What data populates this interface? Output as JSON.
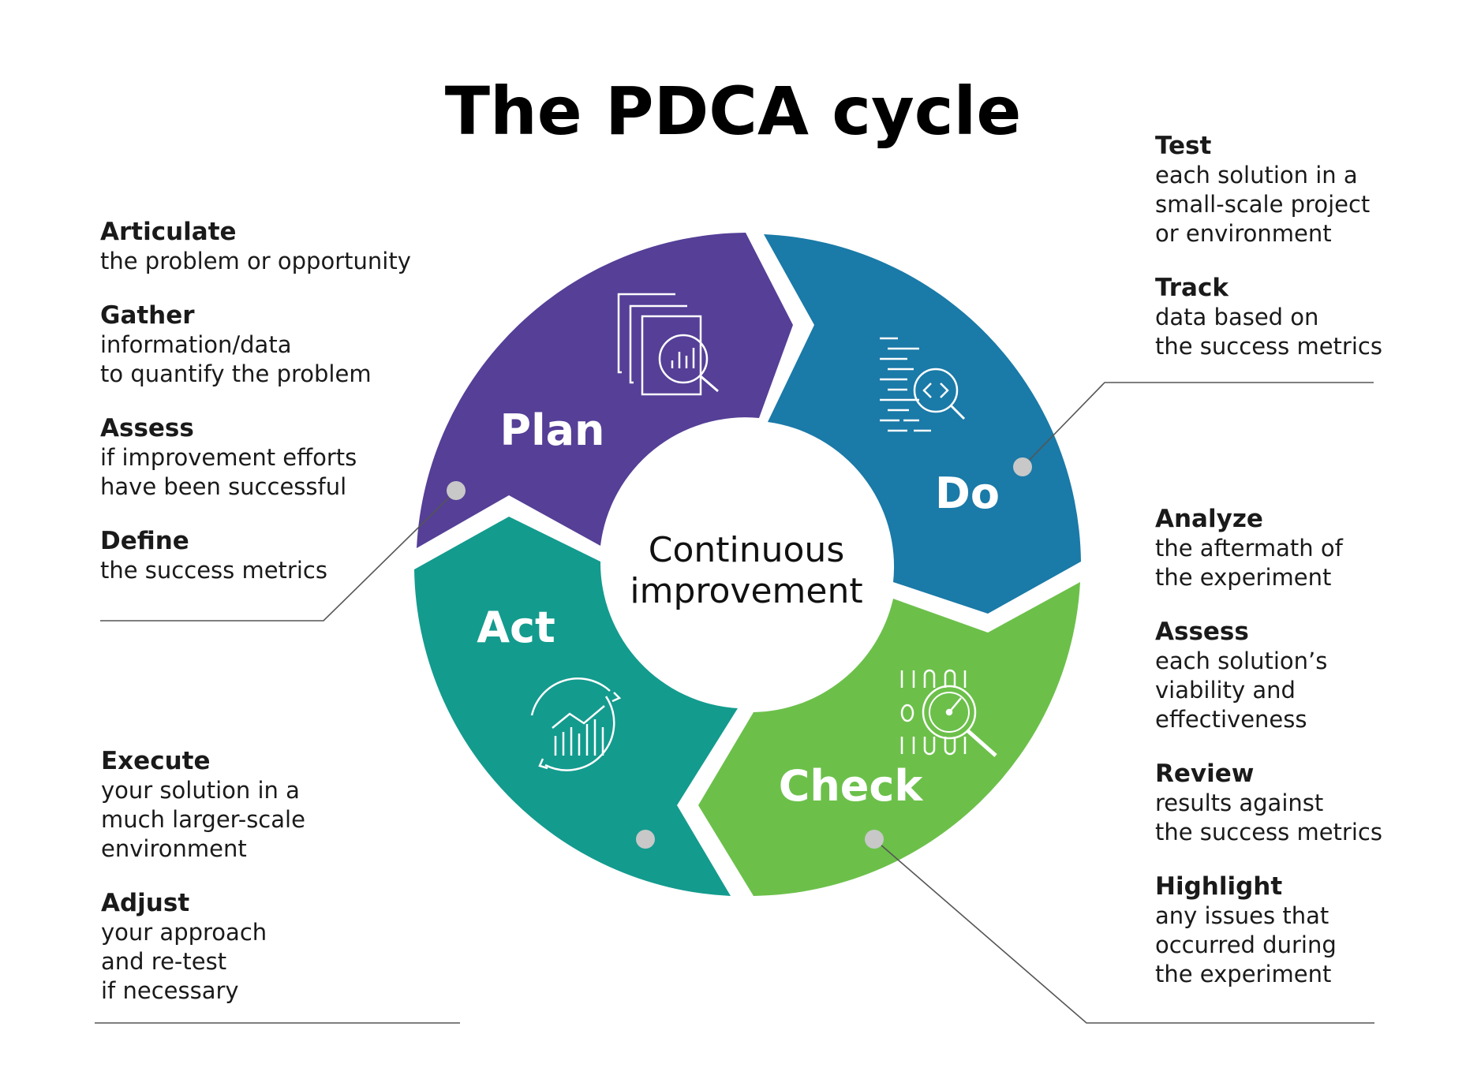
{
  "title": "The PDCA cycle",
  "center": {
    "line1": "Continuous",
    "line2": "improvement",
    "fill": "#ffffff"
  },
  "colors": {
    "plan": "#553f97",
    "do": "#1a7aa8",
    "check": "#6cc04a",
    "act": "#139b8e",
    "dot": "#c8c8c8",
    "leader": "#555555"
  },
  "segments": {
    "plan": {
      "label": "Plan",
      "icon": "documents-magnifier-chart-icon"
    },
    "do": {
      "label": "Do",
      "icon": "code-lines-magnifier-icon"
    },
    "check": {
      "label": "Check",
      "icon": "binary-gauge-magnifier-icon"
    },
    "act": {
      "label": "Act",
      "icon": "cycle-chart-arrows-icon"
    }
  },
  "plan_notes": [
    {
      "heading": "Articulate",
      "lines": [
        "the problem or opportunity"
      ]
    },
    {
      "heading": "Gather",
      "lines": [
        "information/data",
        "to quantify the problem"
      ]
    },
    {
      "heading": "Assess",
      "lines": [
        "if improvement efforts",
        "have been successful"
      ]
    },
    {
      "heading": "Define",
      "lines": [
        "the success metrics"
      ]
    }
  ],
  "do_notes": [
    {
      "heading": "Test",
      "lines": [
        "each solution in a",
        "small-scale project",
        "or environment"
      ]
    },
    {
      "heading": "Track",
      "lines": [
        "data based on",
        "the success metrics"
      ]
    }
  ],
  "check_notes": [
    {
      "heading": "Analyze",
      "lines": [
        "the aftermath of",
        "the experiment"
      ]
    },
    {
      "heading": "Assess",
      "lines": [
        "each solution’s",
        "viability and",
        "effectiveness"
      ]
    },
    {
      "heading": "Review",
      "lines": [
        "results against",
        "the success metrics"
      ]
    },
    {
      "heading": "Highlight",
      "lines": [
        "any issues that",
        "occurred during",
        "the experiment"
      ]
    }
  ],
  "act_notes": [
    {
      "heading": "Execute",
      "lines": [
        "your solution in a",
        "much larger-scale",
        "environment"
      ]
    },
    {
      "heading": "Adjust",
      "lines": [
        "your approach",
        "and re-test",
        "if necessary"
      ]
    }
  ]
}
